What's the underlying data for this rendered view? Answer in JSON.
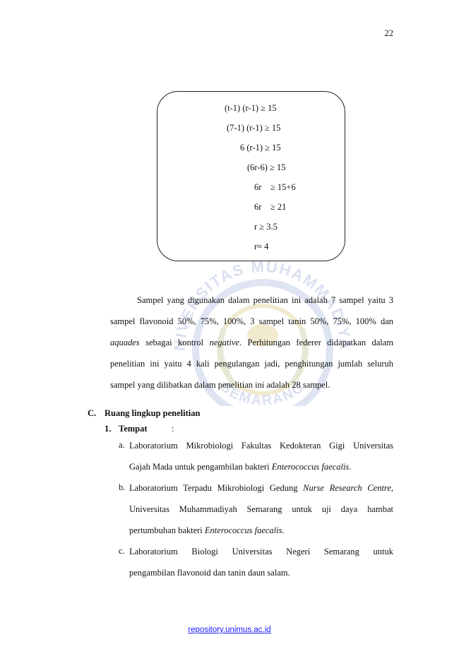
{
  "page_number": "22",
  "formula": [
    "(t-1) (r-1) ≥ 15",
    "(7-1) (r-1) ≥ 15",
    "6 (r-1) ≥ 15",
    "(6r-6) ≥ 15",
    "6r    ≥ 15+6",
    "6r    ≥ 21",
    "r ≥ 3.5",
    "r≈ 4"
  ],
  "watermark": {
    "top_text": "UNIVERSITAS MUHAMMADIYAH",
    "bottom_text": "SEMARANG"
  },
  "paragraph": {
    "l1": "Sampel yang digunakan dalam penelitian ini adalah 7 sampel yaitu 3",
    "l2": "sampel flavonoid 50%, 75%, 100%, 3 sampel tanin 50%, 75%, 100% dan",
    "l3_em1": "aquades",
    "l3_a": " sebagai kontrol ",
    "l3_em2": "negative",
    "l3_b": ". Perhitungan federer didapatkan dalam",
    "l4": "penelitian ini yaitu 4 kali pengulangan jadi, penghitungan jumlah seluruh",
    "l5": "sampel yang dilibatkan dalam penelitian ini adalah 28 sampel."
  },
  "section": {
    "label": "C.",
    "title": "Ruang lingkup penelitian"
  },
  "subsection": {
    "label": "1.",
    "title": "Tempat",
    "colon": ":"
  },
  "items": {
    "a": {
      "marker": "a.",
      "l1": "Laboratorium Mikrobiologi Fakultas Kedokteran Gigi Universitas",
      "l2_a": "Gajah Mada untuk pengambilan bakteri ",
      "l2_em": "Enterococcus faecalis",
      "l2_b": "."
    },
    "b": {
      "marker": "b.",
      "l1_a": "Laboratorium Terpadu Mikrobiologi Gedung ",
      "l1_em": "Nurse Research Centre",
      "l1_b": ",",
      "l2": "Universitas Muhammadiyah Semarang untuk uji daya hambat",
      "l3_a": "pertumbuhan bakteri ",
      "l3_em": "Enterococcus faecalis",
      "l3_b": "."
    },
    "c": {
      "marker": "c.",
      "l1": "Laboratorium Biologi Universitas Negeri Semarang untuk",
      "l2": "pengambilan flavonoid dan tanin daun salam."
    }
  },
  "footer": {
    "link": "repository.unimus.ac.id"
  }
}
